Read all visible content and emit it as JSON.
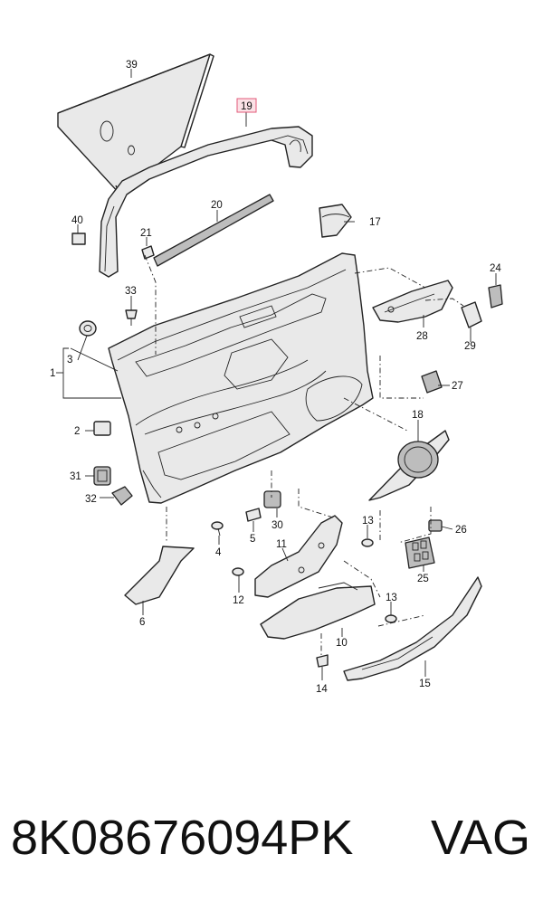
{
  "diagram": {
    "highlighted_callout": "19",
    "callouts": {
      "c39": "39",
      "c19": "19",
      "c20": "20",
      "c17": "17",
      "c40": "40",
      "c21": "21",
      "c24": "24",
      "c33": "33",
      "c28": "28",
      "c29": "29",
      "c3": "3",
      "c1": "1",
      "c27": "27",
      "c18": "18",
      "c2": "2",
      "c31": "31",
      "c32": "32",
      "c4": "4",
      "c5": "5",
      "c30": "30",
      "c13a": "13",
      "c26": "26",
      "c11": "11",
      "c25": "25",
      "c12": "12",
      "c13b": "13",
      "c6": "6",
      "c10": "10",
      "c15": "15",
      "c14": "14"
    }
  },
  "footer": {
    "part_number": "8K08676094PK",
    "brand": "VAG"
  }
}
